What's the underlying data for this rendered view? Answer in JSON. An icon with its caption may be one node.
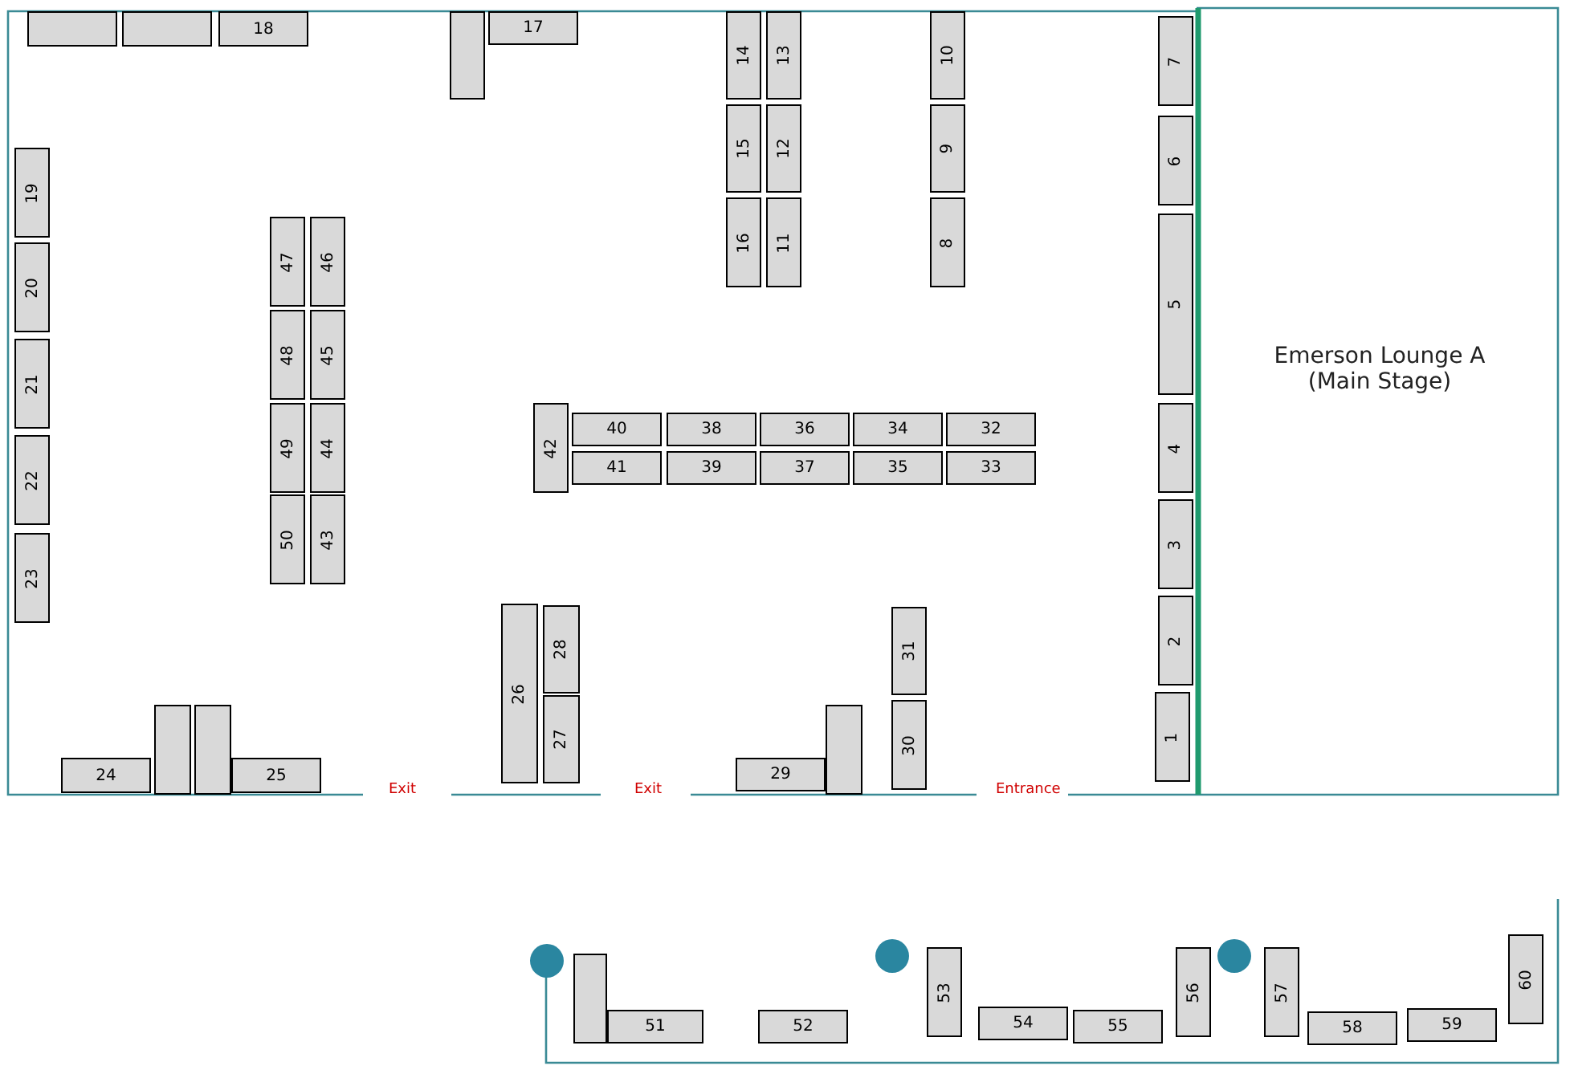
{
  "diagram": {
    "nodes": [
      {
        "text": [],
        "shape": "box"
      },
      {
        "text": [],
        "shape": "box"
      },
      {
        "text": [
          "18"
        ]
      },
      {
        "text": [],
        "shape": "box"
      },
      {
        "text": [
          "17"
        ]
      },
      {
        "text": [
          "14"
        ]
      },
      {
        "text": [
          "13"
        ]
      },
      {
        "text": [
          "10"
        ]
      },
      {
        "text": [
          "7"
        ]
      },
      {
        "text": [
          "15"
        ]
      },
      {
        "text": [
          "12"
        ]
      },
      {
        "text": [
          "9"
        ]
      },
      {
        "text": [
          "6"
        ]
      },
      {
        "text": [
          "19"
        ]
      },
      {
        "text": [
          "47"
        ]
      },
      {
        "text": [
          "46"
        ]
      },
      {
        "text": [
          "16"
        ]
      },
      {
        "text": [
          "11"
        ]
      },
      {
        "text": [
          "8"
        ]
      },
      {
        "text": [
          "5"
        ]
      },
      {
        "text": [
          "Emerson Lounge A (Main Stage)"
        ]
      },
      {
        "text": [
          "20"
        ]
      },
      {
        "text": [
          "48"
        ]
      },
      {
        "text": [
          "45"
        ]
      },
      {
        "text": [
          "21"
        ]
      },
      {
        "text": [
          "49"
        ]
      },
      {
        "text": [
          "44"
        ]
      },
      {
        "text": [
          "42"
        ]
      },
      {
        "text": [
          "40"
        ]
      },
      {
        "text": [
          "38"
        ]
      },
      {
        "text": [
          "36"
        ]
      },
      {
        "text": [
          "34"
        ]
      },
      {
        "text": [
          "32"
        ]
      },
      {
        "text": [
          "4"
        ]
      },
      {
        "text": [
          "22"
        ]
      },
      {
        "text": [
          "41"
        ]
      },
      {
        "text": [
          "39"
        ]
      },
      {
        "text": [
          "37"
        ]
      },
      {
        "text": [
          "35"
        ]
      },
      {
        "text": [
          "33"
        ]
      },
      {
        "text": [
          "50"
        ]
      },
      {
        "text": [
          "43"
        ]
      },
      {
        "text": [
          "3"
        ]
      },
      {
        "text": [
          "23"
        ]
      },
      {
        "text": [
          "26"
        ]
      },
      {
        "text": [
          "28"
        ]
      },
      {
        "text": [
          "31"
        ]
      },
      {
        "text": [
          "2"
        ]
      },
      {
        "text": [
          "27"
        ]
      },
      {
        "text": [
          "30"
        ]
      },
      {
        "text": [
          "1"
        ]
      },
      {
        "text": [],
        "shape": "box"
      },
      {
        "text": [],
        "shape": "box"
      },
      {
        "text": [],
        "shape": "box"
      },
      {
        "text": [
          "24"
        ]
      },
      {
        "text": [
          "25"
        ]
      },
      {
        "text": [
          "29"
        ]
      },
      {
        "text": [],
        "shape": "circle"
      },
      {
        "text": [],
        "shape": "circle"
      },
      {
        "text": [],
        "shape": "circle"
      },
      {
        "text": [
          "60"
        ]
      },
      {
        "text": [],
        "shape": "box"
      },
      {
        "text": [
          "53"
        ]
      },
      {
        "text": [
          "56"
        ]
      },
      {
        "text": [
          "57"
        ]
      },
      {
        "text": [
          "54"
        ]
      },
      {
        "text": [
          "51"
        ]
      },
      {
        "text": [
          "52"
        ]
      },
      {
        "text": [
          "55"
        ]
      },
      {
        "text": [
          "59"
        ]
      },
      {
        "text": [
          "58"
        ]
      }
    ],
    "labels": [
      "Exit",
      "Exit",
      "Entrance"
    ]
  }
}
